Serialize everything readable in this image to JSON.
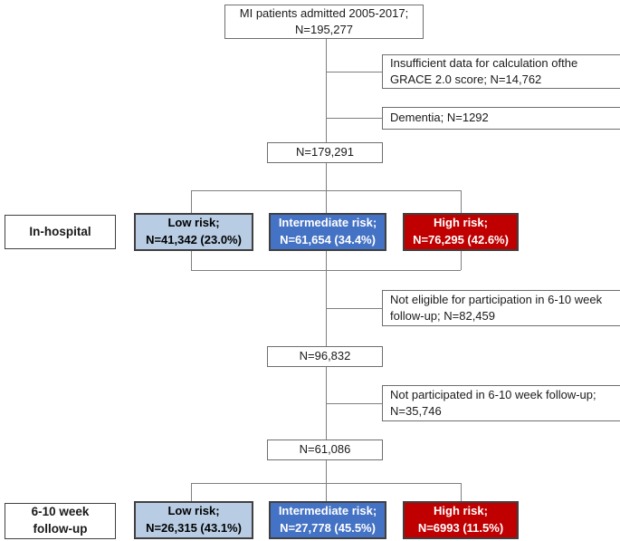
{
  "colors": {
    "low_risk_bg": "#b8cce4",
    "intermediate_risk_bg": "#4472c4",
    "high_risk_bg": "#c00000",
    "risk_border": "#404040",
    "plain_border": "#6e6e6e",
    "connector": "#7f7f7f"
  },
  "flow": {
    "top": {
      "text": "MI patients admitted 2005-2017;\nN=195,277"
    },
    "exclusions": [
      {
        "text": "Insufficient data for calculation ofthe\nGRACE 2.0 score; N=14,762"
      },
      {
        "text": "Dementia; N=1292"
      },
      {
        "text": "Not eligible for participation in 6-10 week\nfollow-up; N=82,459"
      },
      {
        "text": "Not participated in 6-10 week follow-up;\nN=35,746"
      }
    ],
    "milestones": [
      {
        "text": "N=179,291"
      },
      {
        "text": "N=96,832"
      },
      {
        "text": "N=61,086"
      }
    ],
    "stages": [
      {
        "label": "In-hospital",
        "low": "Low risk;\nN=41,342 (23.0%)",
        "intermediate": "Intermediate risk;\nN=61,654 (34.4%)",
        "high": "High risk;\nN=76,295 (42.6%)"
      },
      {
        "label": "6-10 week\nfollow-up",
        "low": "Low risk;\nN=26,315 (43.1%)",
        "intermediate": "Intermediate risk;\nN=27,778 (45.5%)",
        "high": "High risk;\nN=6993 (11.5%)"
      }
    ]
  }
}
